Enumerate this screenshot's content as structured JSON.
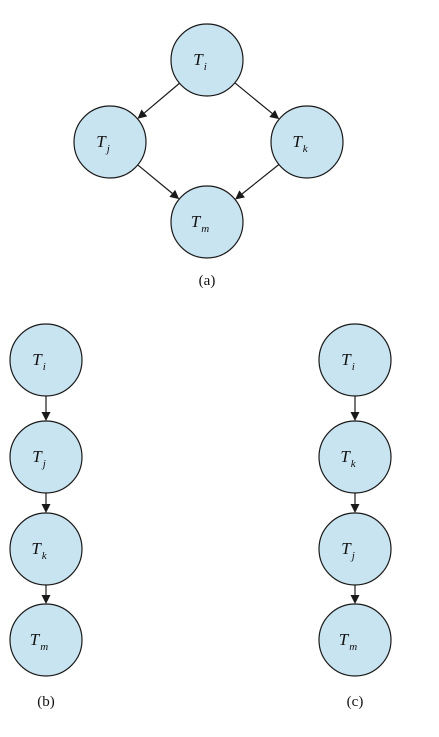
{
  "panels": [
    {
      "id": "a",
      "caption": "(a)",
      "nodes": [
        {
          "id": "i",
          "base": "T",
          "sub": "i"
        },
        {
          "id": "j",
          "base": "T",
          "sub": "j"
        },
        {
          "id": "k",
          "base": "T",
          "sub": "k"
        },
        {
          "id": "m",
          "base": "T",
          "sub": "m"
        }
      ],
      "edges": [
        [
          "i",
          "j"
        ],
        [
          "i",
          "k"
        ],
        [
          "j",
          "m"
        ],
        [
          "k",
          "m"
        ]
      ]
    },
    {
      "id": "b",
      "caption": "(b)",
      "nodes": [
        {
          "id": "i",
          "base": "T",
          "sub": "i"
        },
        {
          "id": "j",
          "base": "T",
          "sub": "j"
        },
        {
          "id": "k",
          "base": "T",
          "sub": "k"
        },
        {
          "id": "m",
          "base": "T",
          "sub": "m"
        }
      ],
      "edges": [
        [
          "i",
          "j"
        ],
        [
          "j",
          "k"
        ],
        [
          "k",
          "m"
        ]
      ]
    },
    {
      "id": "c",
      "caption": "(c)",
      "nodes": [
        {
          "id": "i",
          "base": "T",
          "sub": "i"
        },
        {
          "id": "k",
          "base": "T",
          "sub": "k"
        },
        {
          "id": "j",
          "base": "T",
          "sub": "j"
        },
        {
          "id": "m",
          "base": "T",
          "sub": "m"
        }
      ],
      "edges": [
        [
          "i",
          "k"
        ],
        [
          "k",
          "j"
        ],
        [
          "j",
          "m"
        ]
      ]
    }
  ]
}
